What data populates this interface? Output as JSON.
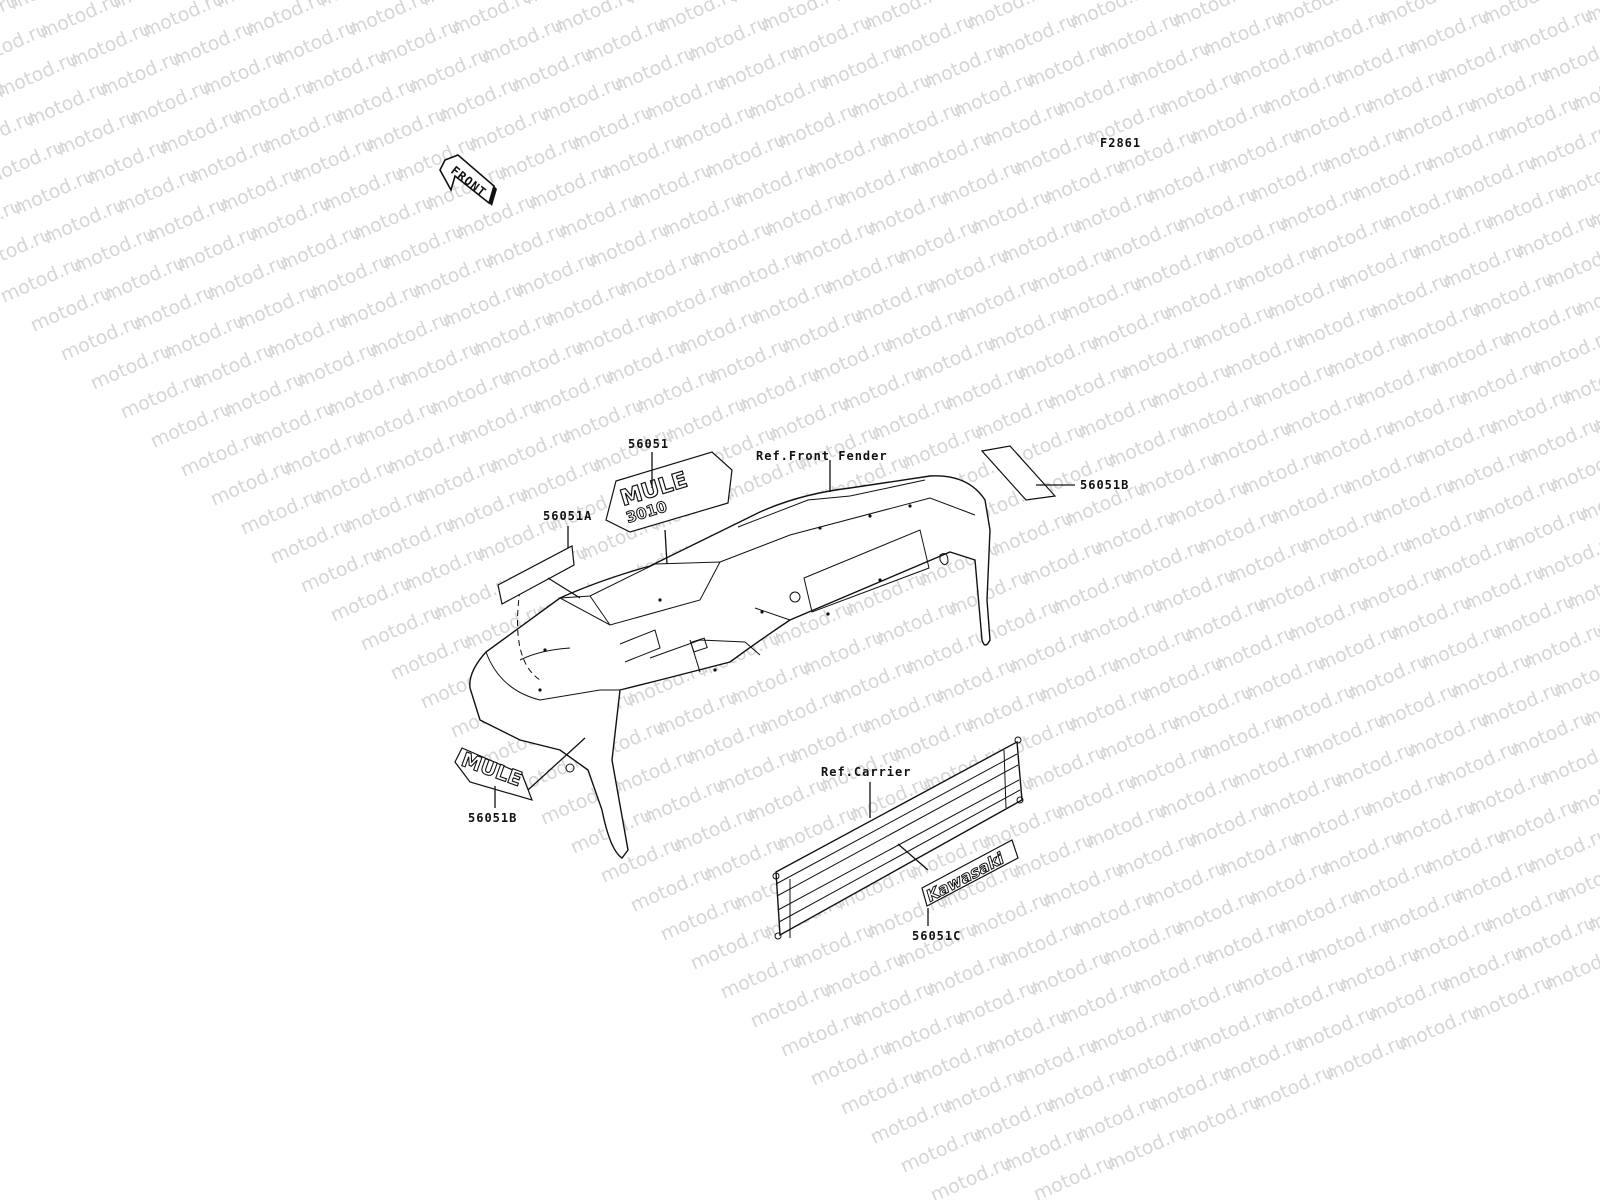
{
  "figure_code": "F2861",
  "watermark": "motod.ru",
  "front_arrow": "FRONT",
  "callouts": {
    "decal_56051": "56051",
    "decal_56051A": "56051A",
    "ref_front_fender": "Ref.Front Fender",
    "decal_56051B_right": "56051B",
    "decal_56051B_left": "56051B",
    "ref_carrier": "Ref.Carrier",
    "decal_56051C": "56051C"
  },
  "decal_text": {
    "mule_left": "MULE",
    "mule_top": "MULE",
    "model_top": "3010",
    "kawasaki": "Kawasaki"
  }
}
